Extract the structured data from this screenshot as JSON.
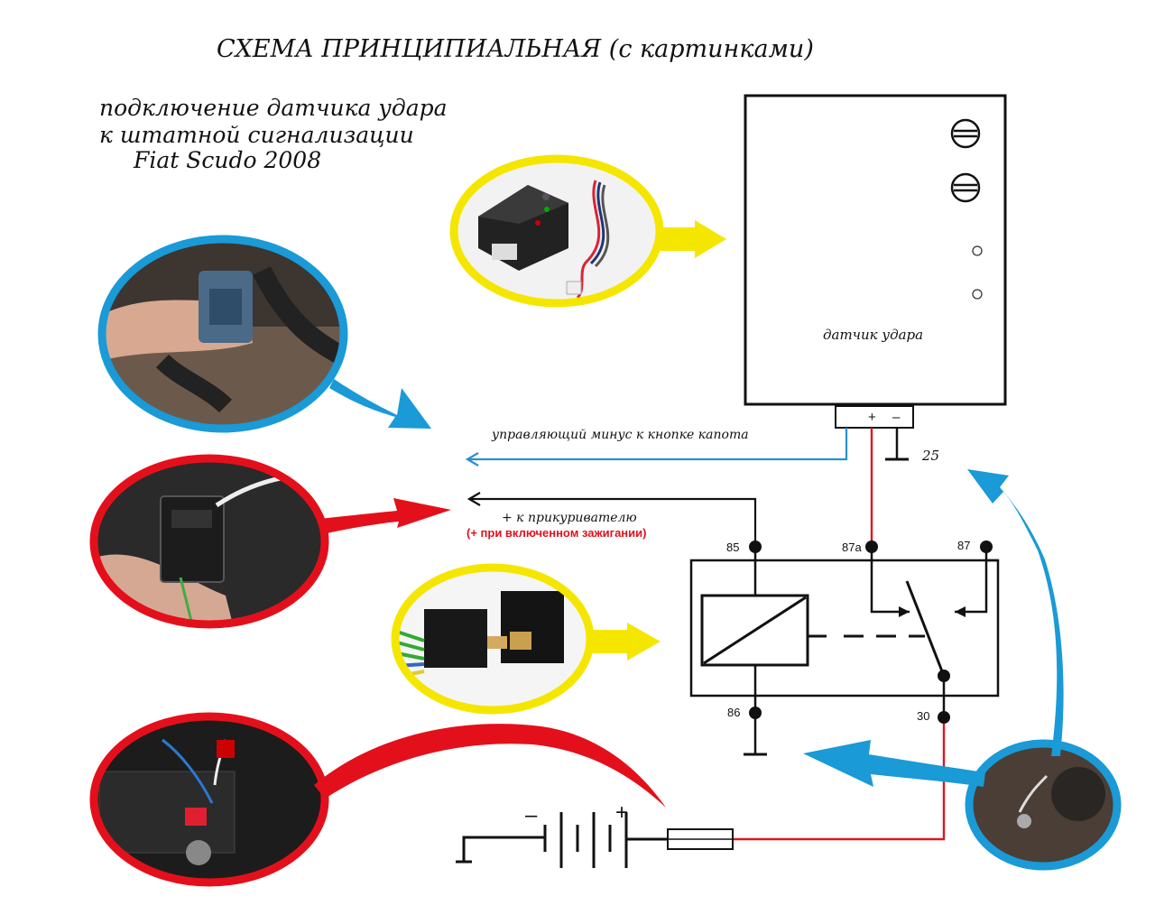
{
  "title": "СХЕМА ПРИНЦИПИАЛЬНАЯ (с картинками)",
  "subtitle": {
    "line1": "подключение датчика удара",
    "line2": "к штатной сигнализации",
    "line3": "Fiat Scudo 2008"
  },
  "sensor": {
    "label": "датчик удара",
    "plus": "+",
    "minus": "–"
  },
  "wires": {
    "hood_minus": "управляющий минус к кнопке капота",
    "lighter_plus": "+ к прикуривателю",
    "ignition_note": "(+ при включенном зажигании)",
    "ground_label": "25"
  },
  "relay": {
    "pin_85": "85",
    "pin_87a": "87а",
    "pin_87": "87",
    "pin_86": "86",
    "pin_30": "30"
  },
  "battery": {
    "minus": "–",
    "plus": "+"
  },
  "colors": {
    "blue": "#1a9ad6",
    "red": "#e3101c",
    "yellow": "#f5e600",
    "wire_red": "#e0141e",
    "wire_blue": "#2a8fd0"
  },
  "photos": {
    "sensor_photo": "shock sensor unit with wiring harness",
    "connector_photo": "blue hood button connector",
    "lighter_photo": "red cigarette lighter connector",
    "relay_photo": "automotive relay with socket",
    "battery_photo": "car battery terminal",
    "hood_photo": "hood switch"
  }
}
